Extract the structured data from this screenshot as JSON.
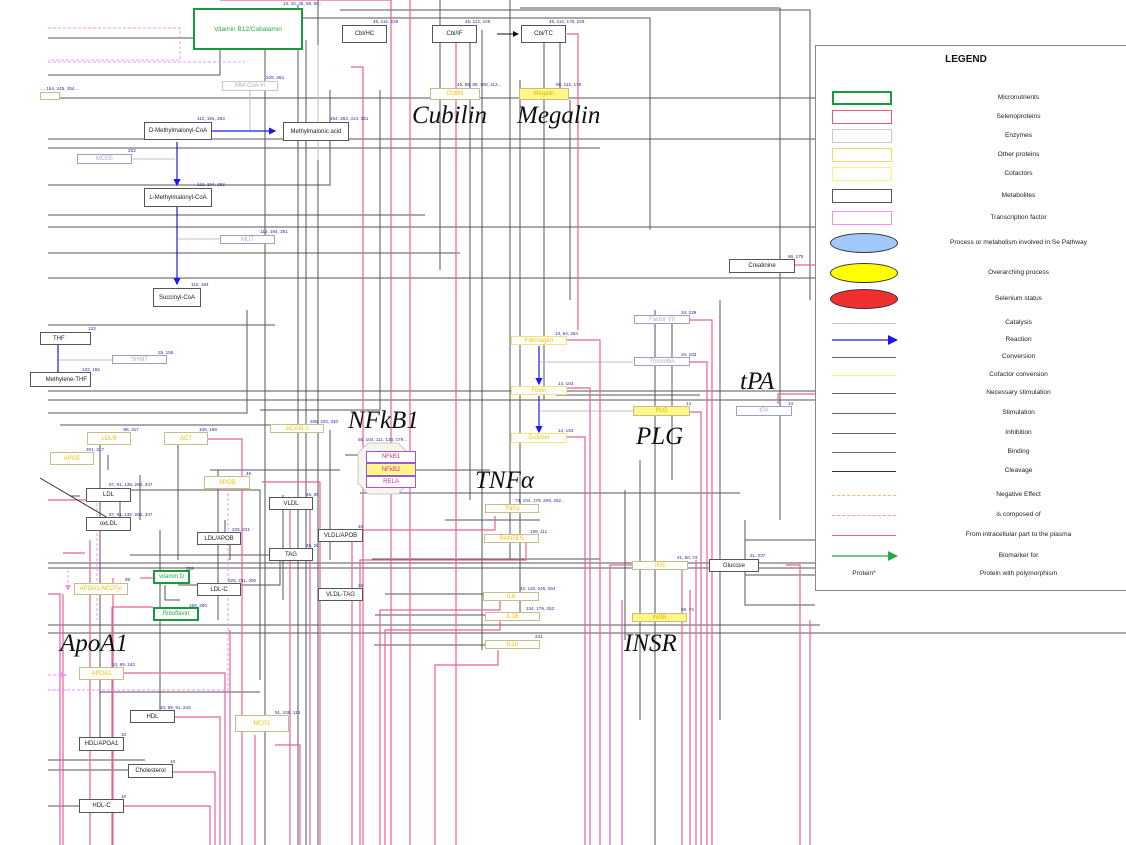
{
  "diagram": {
    "title_labels": {
      "cubilin": "Cubilin",
      "megalin": "Megalin",
      "nfkb1": "NFkB1",
      "tnfa": "TNFα",
      "plg": "PLG",
      "tpa": "tPA",
      "apoa1": "ApoA1",
      "insr": "INSR"
    },
    "nodes": {
      "vitb12": {
        "label": "Vitamin B12/Cobalamin",
        "refs": "13, 42, 45, 56, 60..."
      },
      "cblhc": {
        "label": "Cbl/HC",
        "refs": "45, 112, 229"
      },
      "cblif": {
        "label": "Cbl/IF",
        "refs": "45, 112, 229"
      },
      "cbltc": {
        "label": "Cbl/TC",
        "refs": "45, 112, 175, 229"
      },
      "mmcoah": {
        "label": "MM-CoA-H",
        "refs": "229, 263"
      },
      "cubn": {
        "label": "CUBN",
        "refs": "45, 88, 89, 108, 112..."
      },
      "megalin": {
        "label": "Megalin",
        "refs": "88, 112, 175"
      },
      "dmmcoa": {
        "label": "D-Methylmalonyl-CoA",
        "refs": "112, 194, 263"
      },
      "mma": {
        "label": "Methylmalonic acid",
        "refs": "194, 263, 314, 351"
      },
      "mcee": {
        "label": "MCEE",
        "refs": "263"
      },
      "lmmcoa": {
        "label": "L-Methylmalonyl-CoA",
        "refs": "112, 194, 263"
      },
      "mut": {
        "label": "MUT",
        "refs": "112, 194, 351"
      },
      "succoa": {
        "label": "Succinyl-CoA",
        "refs": "112, 194"
      },
      "topleft": {
        "label": "",
        "refs": "..., 154, 245, 254..."
      },
      "thf": {
        "label": "THF",
        "refs": "133"
      },
      "shmt": {
        "label": "SHMT",
        "refs": "26, 155"
      },
      "mthf": {
        "label": "Methylene-THF",
        "refs": "133, 155"
      },
      "creatinine": {
        "label": "Creatinine",
        "refs": "66, 175"
      },
      "factor7": {
        "label": "Factor VII",
        "refs": "34, 239"
      },
      "fibrinogen": {
        "label": "Fibrinogen",
        "refs": "13, 64, 264"
      },
      "thrombin": {
        "label": "Thrombin",
        "refs": "34, 183"
      },
      "fibrin": {
        "label": "Fibrin",
        "refs": "14, 183"
      },
      "plg": {
        "label": "PLG",
        "refs": "14"
      },
      "tpa": {
        "label": "tPA",
        "refs": "14"
      },
      "ddimer": {
        "label": "D-dimer",
        "refs": "14, 153"
      },
      "ldlr": {
        "label": "LDLR",
        "refs": "-96, 317"
      },
      "act": {
        "label": "ACT",
        "refs": "108, 188"
      },
      "sicam": {
        "label": "sICAM-1",
        "refs": "265, 332, 340"
      },
      "apoe": {
        "label": "APOE",
        "refs": "201, 317"
      },
      "nfkb1": {
        "label": "NFkB1",
        "refs": "55, 104, 111, 134, 179..."
      },
      "nfkb2": {
        "label": "NFkB2",
        "refs": ""
      },
      "rela": {
        "label": "RELA",
        "refs": ""
      },
      "apob": {
        "label": "APOB",
        "refs": "46"
      },
      "ldl": {
        "label": "LDL",
        "refs": "87, 91, 135, 266, 347"
      },
      "vldl": {
        "label": "VLDL",
        "refs": "46, 65"
      },
      "tnfa": {
        "label": "TNFα",
        "refs": "74, 104, 179, 209, 252..."
      },
      "ldlapob": {
        "label": "LDL/APOB",
        "refs": "225, 231"
      },
      "vldlapob": {
        "label": "VLDL/APOB",
        "refs": "46"
      },
      "rantes": {
        "label": "RANTES",
        "refs": "108, 111"
      },
      "oxldl": {
        "label": "oxLDL",
        "refs": "87, 91, 135, 266, 347"
      },
      "tag": {
        "label": "TAG",
        "refs": "46, 20"
      },
      "vitd": {
        "label": "vitamin D",
        "refs": "309"
      },
      "apoa1no2": {
        "label": "APOA1-NO2Tyr",
        "refs": "95"
      },
      "ldlc": {
        "label": "LDL-C",
        "refs": "225, 231, 300"
      },
      "vldltag": {
        "label": "VLDL-TAG",
        "refs": "46"
      },
      "ins": {
        "label": "INS",
        "refs": "21, 60, 74"
      },
      "glucose": {
        "label": "Glucose",
        "refs": "21, 237"
      },
      "il6": {
        "label": "IL6",
        "refs": "42, 119, 245, 294"
      },
      "riboflavin": {
        "label": "Riboflavin",
        "refs": "160, 300"
      },
      "il1b": {
        "label": "IL1B",
        "refs": "134, 179, 252"
      },
      "insr": {
        "label": "INSR",
        "refs": "59, 74"
      },
      "il10": {
        "label": "IL10",
        "refs": "241"
      },
      "apoa1": {
        "label": "APOA1",
        "refs": "10, 89, 242"
      },
      "hdl": {
        "label": "HDL",
        "refs": "10, 89, 91, 242"
      },
      "mcp1": {
        "label": "MCP1",
        "refs": "91, 108, 114"
      },
      "hdlapoa1": {
        "label": "HDL/APOA1",
        "refs": "10"
      },
      "cholesterol": {
        "label": "Cholesterol",
        "refs": "10"
      },
      "hdlc": {
        "label": "HDL-C",
        "refs": "10"
      }
    }
  },
  "legend": {
    "title": "LEGEND",
    "entries": [
      {
        "label": "Micronutrients",
        "symbol": "box-green"
      },
      {
        "label": "Selenoproteins",
        "symbol": "box-red"
      },
      {
        "label": "Enzymes",
        "symbol": "box-grey"
      },
      {
        "label": "Other proteins",
        "symbol": "box-gold"
      },
      {
        "label": "Cofactors",
        "symbol": "box-yellow"
      },
      {
        "label": "Metabolites",
        "symbol": "box-black"
      },
      {
        "label": "Transcription factor",
        "symbol": "box-magenta"
      },
      {
        "label": "Process or metabolism involved in Se Pathway",
        "symbol": "ellipse-blue"
      },
      {
        "label": "Overarching process",
        "symbol": "ellipse-yellow"
      },
      {
        "label": "Selenium status",
        "symbol": "ellipse-red"
      },
      {
        "label": "Catalysis",
        "symbol": "line-lightgrey"
      },
      {
        "label": "Reaction",
        "symbol": "arrow-blue"
      },
      {
        "label": "Conversion",
        "symbol": "line-grey"
      },
      {
        "label": "Cofactor conversion",
        "symbol": "line-yellow"
      },
      {
        "label": "Necessary stimulation",
        "symbol": "line-grey"
      },
      {
        "label": "Stimulation",
        "symbol": "line-grey"
      },
      {
        "label": "Inhibition",
        "symbol": "line-grey"
      },
      {
        "label": "Binding",
        "symbol": "line-grey"
      },
      {
        "label": "Cleavage",
        "symbol": "line-dark"
      },
      {
        "label": "Negative Effect",
        "symbol": "dash-orange"
      },
      {
        "label": "is composed of",
        "symbol": "dash-pink"
      },
      {
        "label": "From intracellular part to the plasma",
        "symbol": "line-pink"
      },
      {
        "label": "Biomarker for",
        "symbol": "arrow-green"
      },
      {
        "label": "Protein with polymorphism",
        "symbol": "text",
        "symbol_text": "Protein*"
      }
    ],
    "colors": {
      "micronutrient": "#1a9a3a",
      "selenoprotein": "#e0607a",
      "enzyme": "#c8c8c8",
      "other_protein": "#f0d870",
      "cofactor": "#f8f080",
      "metabolite": "#555555",
      "transcription_factor": "#f090f0",
      "process": "#a0c8f8",
      "overarching": "#ffff00",
      "selenium_status": "#f03030",
      "reaction": "#1a1aee",
      "plasma": "#e8609a",
      "biomarker": "#22aa44"
    }
  }
}
